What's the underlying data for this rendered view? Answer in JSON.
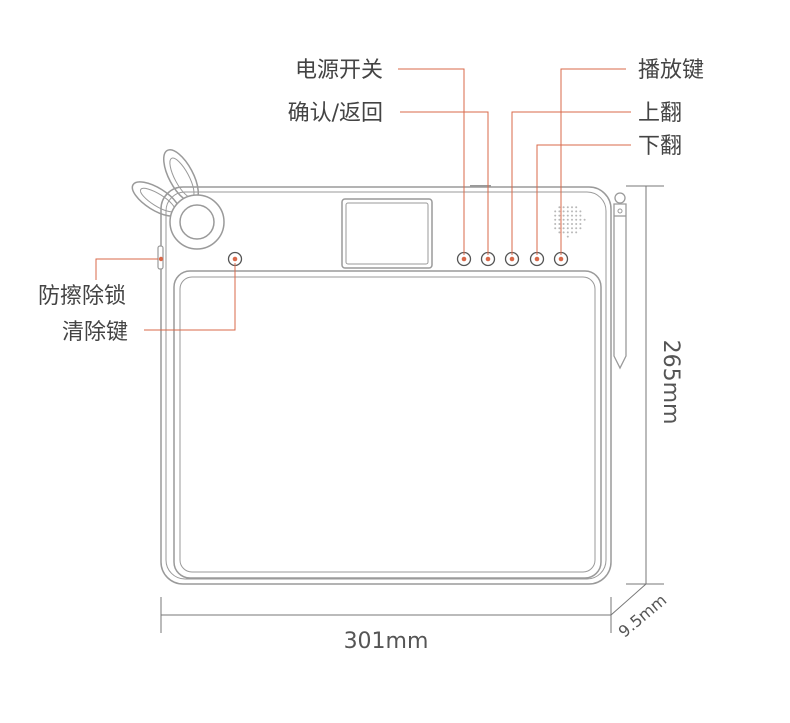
{
  "callouts": {
    "power": "电源开关",
    "confirm": "确认/返回",
    "play": "播放键",
    "page_up": "上翻",
    "page_down": "下翻",
    "anti_erase_lock": "防擦除锁",
    "clear": "清除键"
  },
  "dimensions": {
    "width": "301mm",
    "height": "265mm",
    "thickness": "9.5mm"
  },
  "colors": {
    "leader": "#d9694a",
    "outline": "#9a9a9a",
    "text": "#444444"
  }
}
